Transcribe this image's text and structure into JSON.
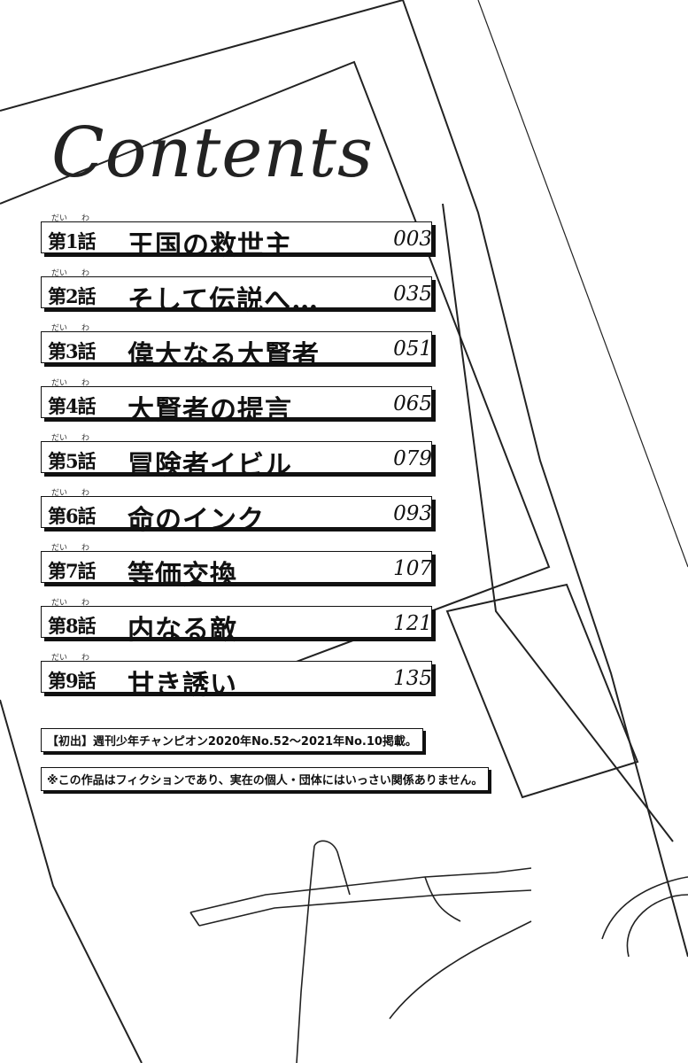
{
  "title": "Contents",
  "ruby": {
    "dai": "だい",
    "wa": "わ"
  },
  "chapters": [
    {
      "label": "第1話",
      "title": "王国の救世主",
      "page": "003"
    },
    {
      "label": "第2話",
      "title": "そして伝説へ…",
      "page": "035"
    },
    {
      "label": "第3話",
      "title": "偉大なる大賢者",
      "page": "051"
    },
    {
      "label": "第4話",
      "title": "大賢者の提言",
      "page": "065"
    },
    {
      "label": "第5話",
      "title": "冒険者イビル",
      "page": "079"
    },
    {
      "label": "第6話",
      "title": "命のインク",
      "page": "093"
    },
    {
      "label": "第7話",
      "title": "等価交換",
      "page": "107"
    },
    {
      "label": "第8話",
      "title": "内なる敵",
      "page": "121"
    },
    {
      "label": "第9話",
      "title": "甘き誘い",
      "page": "135"
    }
  ],
  "notes": {
    "first_published": "【初出】週刊少年チャンピオン2020年No.52〜2021年No.10掲載。",
    "disclaimer": "※この作品はフィクションであり、実在の個人・団体にはいっさい関係ありません。"
  }
}
